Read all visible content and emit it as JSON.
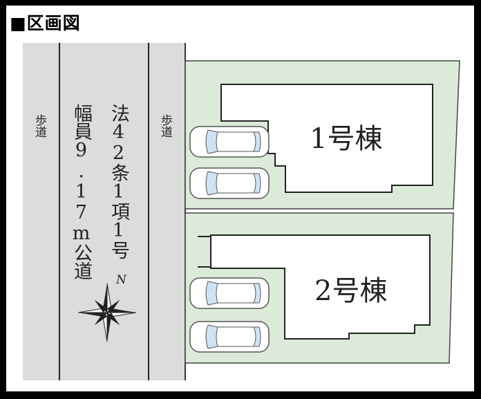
{
  "title": "■区画図",
  "road": {
    "sidewalk_left": "歩道",
    "sidewalk_right": "歩道",
    "width_label": "幅員9.17m公道",
    "law_label": "法42条1項1号"
  },
  "compass": {
    "north_label": "N"
  },
  "lots": [
    {
      "label": "1号棟",
      "parking_spaces": 2
    },
    {
      "label": "2号棟",
      "parking_spaces": 2
    }
  ],
  "colors": {
    "lot": "#dcebd9",
    "road": "#dcdcdc",
    "frame": "#000000"
  }
}
